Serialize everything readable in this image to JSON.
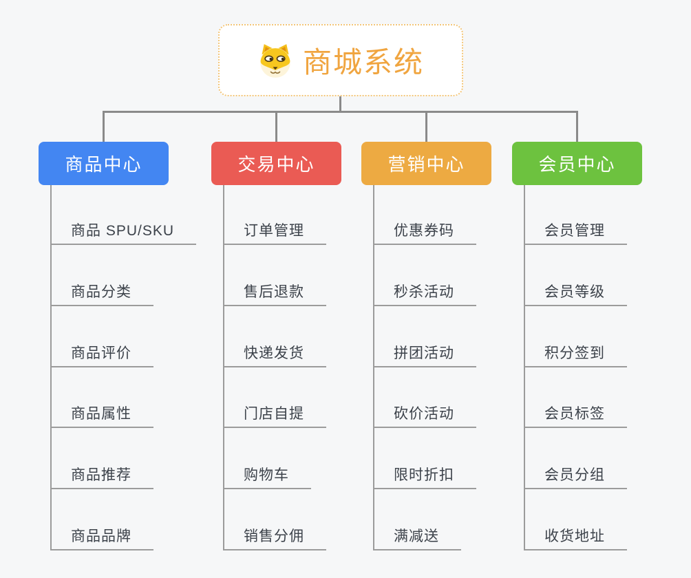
{
  "root": {
    "title": "商城系统",
    "icon": "dog-face"
  },
  "branches": [
    {
      "label": "商品中心",
      "color": "#4386f2",
      "items": [
        "商品 SPU/SKU",
        "商品分类",
        "商品评价",
        "商品属性",
        "商品推荐",
        "商品品牌"
      ]
    },
    {
      "label": "交易中心",
      "color": "#ea5b54",
      "items": [
        "订单管理",
        "售后退款",
        "快递发货",
        "门店自提",
        "购物车",
        "销售分佣"
      ]
    },
    {
      "label": "营销中心",
      "color": "#edaa42",
      "items": [
        "优惠券码",
        "秒杀活动",
        "拼团活动",
        "砍价活动",
        "限时折扣",
        "满减送"
      ]
    },
    {
      "label": "会员中心",
      "color": "#6dc23f",
      "items": [
        "会员管理",
        "会员等级",
        "积分签到",
        "会员标签",
        "会员分组",
        "收货地址"
      ]
    }
  ],
  "colors": {
    "background": "#f6f7f8",
    "connector": "#8a8a8a",
    "item_underline": "#9b9b9b",
    "item_text": "#3c424a",
    "title": "#f0a540",
    "root_border": "#f3c577"
  }
}
